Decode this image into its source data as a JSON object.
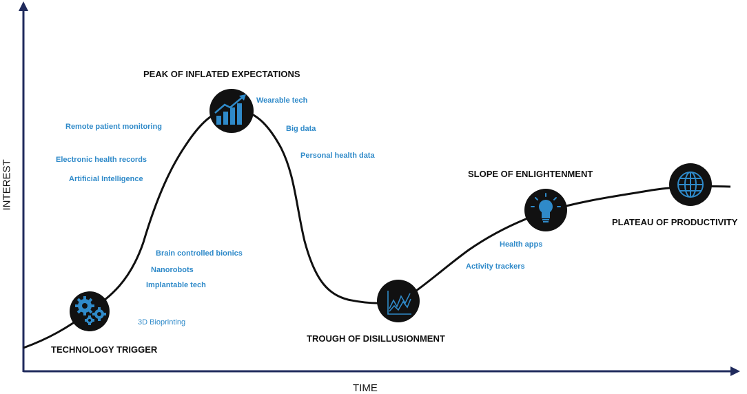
{
  "axes": {
    "x_label": "TIME",
    "y_label": "INTEREST"
  },
  "phases": {
    "trigger": "TECHNOLOGY TRIGGER",
    "peak": "PEAK OF INFLATED EXPECTATIONS",
    "trough": "TROUGH OF DISILLUSIONMENT",
    "slope": "SLOPE OF ENLIGHTENMENT",
    "plateau": "PLATEAU OF PRODUCTIVITY"
  },
  "technologies": {
    "remote_patient_monitoring": "Remote patient monitoring",
    "electronic_health_records": "Electronic health records",
    "artificial_intelligence": "Artificial Intelligence",
    "wearable_tech": "Wearable tech",
    "big_data": "Big data",
    "personal_health_data": "Personal health data",
    "brain_controlled_bionics": "Brain controlled bionics",
    "nanorobots": "Nanorobots",
    "implantable_tech": "Implantable tech",
    "bioprinting_3d": "3D Bioprinting",
    "health_apps": "Health apps",
    "activity_trackers": "Activity trackers"
  },
  "icons": {
    "trigger": "gears-icon",
    "peak": "rising-bar-chart-icon",
    "trough": "line-chart-icon",
    "slope": "lightbulb-icon",
    "plateau": "globe-icon"
  },
  "colors": {
    "axis": "#1f2a5c",
    "curve": "#111111",
    "icon_circle": "#111111",
    "icon_fill": "#2f8ac9",
    "tech_text": "#2f8ac9",
    "phase_text": "#111111"
  }
}
